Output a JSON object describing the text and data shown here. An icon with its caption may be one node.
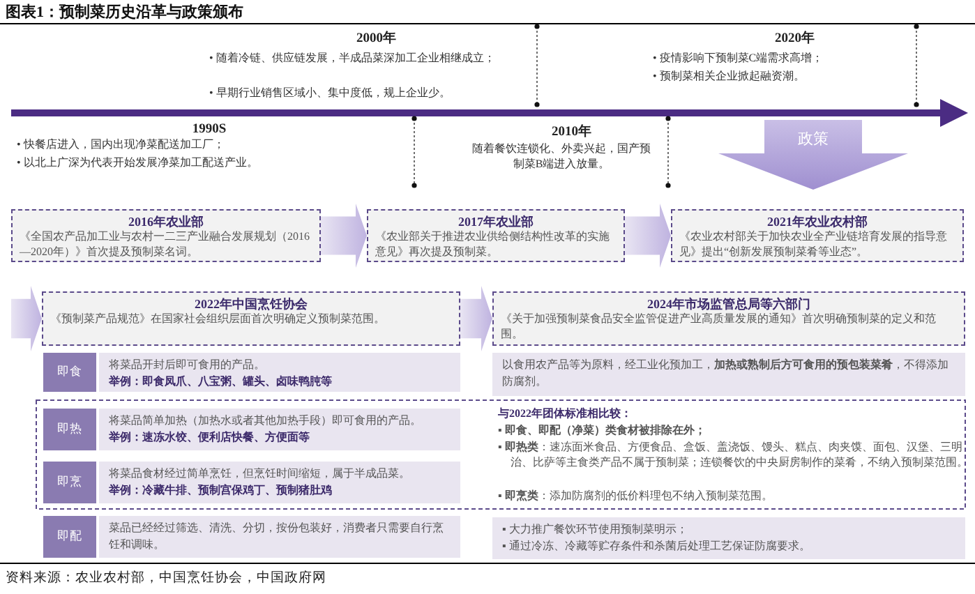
{
  "diagram": {
    "title": "图表1：预制菜历史沿革与政策颁布",
    "caption": "资料来源：农业农村部，中国烹饪协会，中国政府网",
    "nodes": [
      {
        "text": [
          "政策"
        ]
      },
      {
        "text": [
          "2016年农业部",
          "《全国农产品加工业与农村一二三产业融合发展规划（2016—2020年）》首次提及预制菜名词。"
        ]
      },
      {
        "text": [
          "2017年农业部",
          "《农业部关于推进农业供给侧结构性改革的实施意见》再次提及预制菜。"
        ]
      },
      {
        "text": [
          "2021年农业农村部",
          "《农业农村部关于加快农业全产业链培育发展的指导意见》提出“创新发展预制菜肴等业态”。"
        ]
      },
      {
        "text": [
          "2022年中国烹饪协会",
          "《预制菜产品规范》在国家社会组织层面首次明确定义预制菜范围。"
        ]
      },
      {
        "text": [
          "2024年市场监管总局等六部门",
          "《关于加强预制菜食品安全监管促进产业高质量发展的通知》首次明确预制菜的定义和范围。"
        ]
      },
      {
        "text": [
          "即食"
        ]
      },
      {
        "text": [
          "将菜品开封后即可食用的产品。",
          "举例：即食凤爪、八宝粥、罐头、卤味鸭肫等"
        ]
      },
      {
        "text": [
          "即热"
        ]
      },
      {
        "text": [
          "将菜品简单加热（加热水或者其他加热手段）即可食用的产品。",
          "举例：速冻水饺、便利店快餐、方便面等"
        ]
      },
      {
        "text": [
          "即烹"
        ]
      },
      {
        "text": [
          "将菜品食材经过简单烹饪，但烹饪时间缩短，属于半成品菜。",
          "举例：冷藏牛排、预制宫保鸡丁、预制猪肚鸡"
        ]
      },
      {
        "text": [
          "即配"
        ]
      },
      {
        "text": [
          "菜品已经经过筛选、清洗、分切，按份包装好，消费者只需要自行烹饪和调味。"
        ]
      },
      {
        "text": [
          "以食用农产品等为原料，经工业化预加工，**加热或熟制后方可食用的预包装菜肴**，不得添加防腐剂。"
        ]
      },
      {
        "text": [
          "▪ 大力推广餐饮环节使用预制菜明示；",
          "▪ 通过冷冻、冷藏等贮存条件和杀菌后处理工艺保证防腐要求。"
        ]
      }
    ],
    "edges": [
      {
        "from": 1,
        "to": 2,
        "arrow": "to"
      },
      {
        "from": 2,
        "to": 3,
        "arrow": "to"
      },
      {
        "from": null,
        "to": 4,
        "arrow": "to"
      },
      {
        "from": 4,
        "to": 5,
        "arrow": "to"
      }
    ],
    "labels": [
      "2000年",
      "• 随着冷链、供应链发展，半成品菜深加工企业相继成立；",
      "• 早期行业销售区域小、集中度低，规上企业少。",
      "2020年",
      "• 疫情影响下预制菜C端需求高增；",
      "• 预制菜相关企业掀起融资潮。",
      "1990S",
      "• 快餐店进入，国内出现净菜配送加工厂；",
      "• 以北上广深为代表开始发展净菜加工配送产业。",
      "2010年",
      "随着餐饮连锁化、外卖兴起，国产预制菜B端进入放量。",
      "与2022年团体标准相比较：",
      "▪ **即食、即配（净菜）类食材被排除在外；**",
      "▪ **即热类**：速冻面米食品、方便食品、盒饭、盖浇饭、馒头、糕点、肉夹馍、面包、汉堡、三明治、比萨等主食类产品不属于预制菜；连锁餐饮的中央厨房制作的菜肴，不纳入预制菜范围。",
      "▪ **即烹类**：添加防腐剂的低价料理包不纳入预制菜范围。"
    ]
  }
}
